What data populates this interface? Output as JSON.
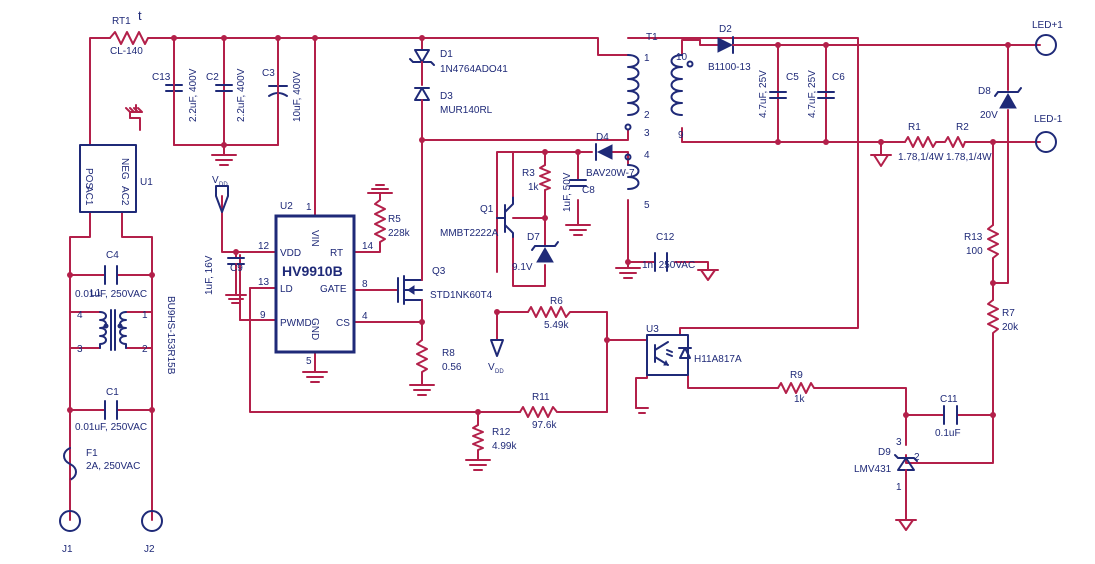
{
  "components": {
    "rt1": {
      "ref": "RT1",
      "symbol": "t",
      "value": "CL-140"
    },
    "c13": {
      "ref": "C13",
      "value": "2.2uF, 400V"
    },
    "c2": {
      "ref": "C2",
      "value": "2.2uF, 400V"
    },
    "c3": {
      "ref": "C3",
      "value": "10uF, 400V"
    },
    "d1": {
      "ref": "D1",
      "value": "1N4764ADO41"
    },
    "d3": {
      "ref": "D3",
      "value": "MUR140RL"
    },
    "t1": {
      "ref": "T1",
      "pins": [
        "1",
        "2",
        "3",
        "4",
        "5",
        "10",
        "9"
      ]
    },
    "d2": {
      "ref": "D2",
      "value": "B1100-13"
    },
    "c5": {
      "ref": "C5",
      "value": "4.7uF, 25V"
    },
    "c6": {
      "ref": "C6",
      "value": "4.7uF, 25V"
    },
    "d8": {
      "ref": "D8",
      "value": "20V"
    },
    "r1": {
      "ref": "R1",
      "value": "1.78,1/4W"
    },
    "r2": {
      "ref": "R2",
      "value": "1.78,1/4W"
    },
    "r13": {
      "ref": "R13",
      "value": "100"
    },
    "r7": {
      "ref": "R7",
      "value": "20k"
    },
    "u1": {
      "ref": "U1",
      "pins": [
        "POS",
        "NEG",
        "AC1",
        "AC2"
      ]
    },
    "c4": {
      "ref": "C4",
      "value": "0.01uF, 250VAC"
    },
    "l1": {
      "ref": "L1",
      "value": "BU9HS-153R15B",
      "pins": [
        "4",
        "1",
        "3",
        "2"
      ]
    },
    "c1": {
      "ref": "C1",
      "value": "0.01uF, 250VAC"
    },
    "f1": {
      "ref": "F1",
      "value": "2A, 250VAC"
    },
    "u2": {
      "ref": "U2",
      "chip": "HV9910B",
      "pins": [
        "VDD",
        "RT",
        "LD",
        "GATE",
        "PWMD",
        "CS",
        "VIN",
        "GND"
      ],
      "pin_numbers": [
        "12",
        "14",
        "13",
        "8",
        "9",
        "4",
        "1",
        "5"
      ]
    },
    "c9": {
      "ref": "C9",
      "value": "1uF, 16V"
    },
    "r5": {
      "ref": "R5",
      "value": "228k"
    },
    "q3": {
      "ref": "Q3",
      "value": "STD1NK60T4"
    },
    "r8": {
      "ref": "R8",
      "value": "0.56"
    },
    "d4": {
      "ref": "D4",
      "value": "BAV20W-7"
    },
    "r3": {
      "ref": "R3",
      "value": "1k"
    },
    "c8": {
      "ref": "C8",
      "value": "1uF, 50V"
    },
    "q1": {
      "ref": "Q1",
      "value": "MMBT2222A"
    },
    "d7": {
      "ref": "D7",
      "value": "9.1V"
    },
    "r6": {
      "ref": "R6",
      "value": "5.49k"
    },
    "c12": {
      "ref": "C12",
      "value": "1n, 250VAC"
    },
    "u3": {
      "ref": "U3",
      "value": "H11A817A"
    },
    "r9": {
      "ref": "R9",
      "value": "1k"
    },
    "c11": {
      "ref": "C11",
      "value": "0.1uF"
    },
    "r11": {
      "ref": "R11",
      "value": "97.6k"
    },
    "r12": {
      "ref": "R12",
      "value": "4.99k"
    },
    "d9": {
      "ref": "D9",
      "value": "LMV431",
      "pins": [
        "3",
        "2",
        "1"
      ]
    }
  },
  "connectors": {
    "led_plus": "LED+1",
    "led_minus": "LED-1",
    "j1": "J1",
    "j2": "J2"
  },
  "supply_label": "V",
  "supply_sub": "DD",
  "colors": {
    "wire": "#b3204a",
    "component": "#1f2a78",
    "background": "#ffffff"
  }
}
